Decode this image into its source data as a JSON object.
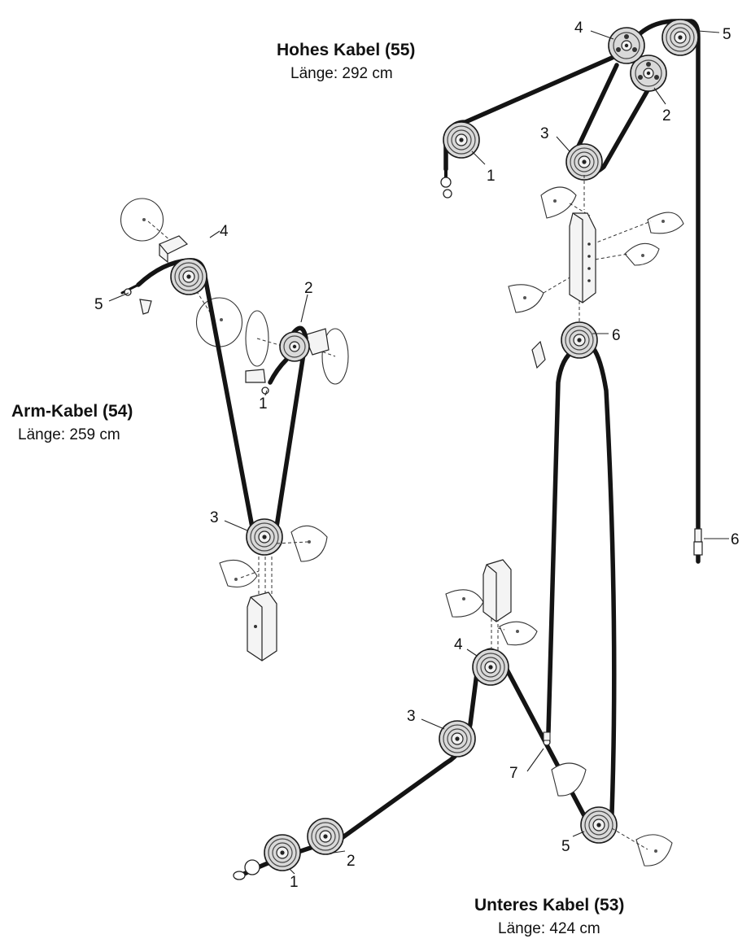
{
  "groups": {
    "high": {
      "title": "Hohes Kabel (55)",
      "length": "Länge: 292 cm",
      "labels": [
        "1",
        "2",
        "3",
        "4",
        "5",
        "6"
      ]
    },
    "arm": {
      "title": "Arm-Kabel (54)",
      "length": "Länge: 259 cm",
      "labels": [
        "1",
        "2",
        "3",
        "4",
        "5"
      ]
    },
    "low": {
      "title": "Unteres Kabel (53)",
      "length": "Länge: 424 cm",
      "labels": [
        "1",
        "2",
        "3",
        "4",
        "5",
        "6",
        "7"
      ]
    }
  },
  "colors": {
    "cable": "#141414",
    "pulley": "#d9d9d9",
    "paper": "#ffffff"
  }
}
